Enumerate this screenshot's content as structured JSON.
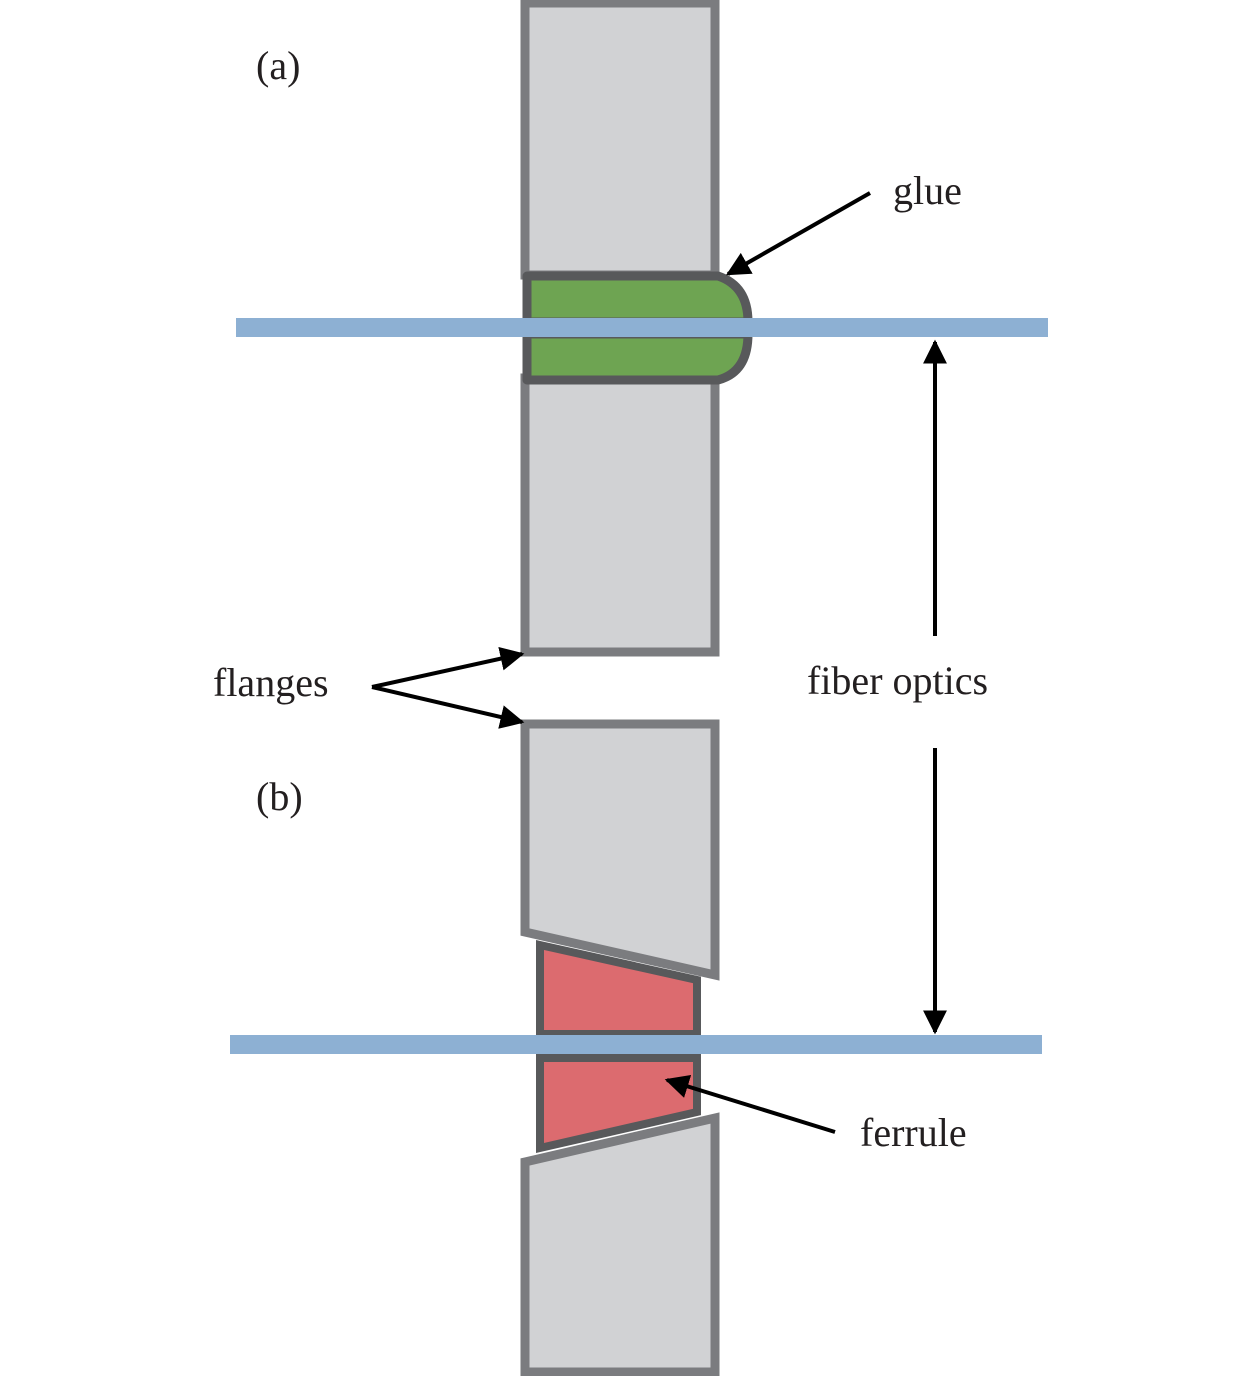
{
  "labels": {
    "panel_a": "(a)",
    "panel_b": "(b)",
    "glue": "glue",
    "flanges": "flanges",
    "fiber_optics": "fiber optics",
    "ferrule": "ferrule"
  },
  "colors": {
    "flange_fill": "#d1d2d4",
    "flange_stroke": "#7b7c7f",
    "glue_fill": "#6ea452",
    "glue_stroke": "#58595b",
    "ferrule_fill": "#dc6b6f",
    "ferrule_stroke": "#58595b",
    "fiber": "#8db0d3",
    "arrow": "#000000",
    "text": "#231f20"
  }
}
